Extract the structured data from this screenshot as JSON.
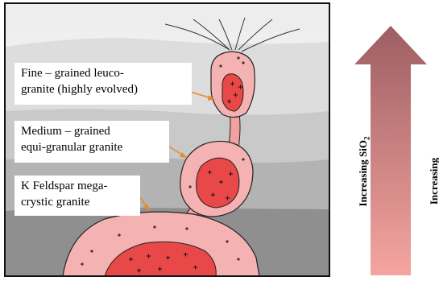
{
  "labels": {
    "fine_line1": "Fine – grained leuco-",
    "fine_line2": "granite (highly evolved)",
    "medium_line1": "Medium – grained",
    "medium_line2": "equi-granular granite",
    "kfeld_line1": "K Feldspar mega-",
    "kfeld_line2": "crystic granite"
  },
  "arrow_labels": {
    "sio2_prefix": "Increasing SiO",
    "sio2_subscript": "2",
    "right_label": "Increasing"
  },
  "colors": {
    "sky": "#ececec",
    "layer_light": "#d6d6d6",
    "layer_mid": "#b8b8b8",
    "layer_dark": "#8f8f8f",
    "pluton_outer": "#f5b2b2",
    "pluton_core": "#e84848",
    "arrow_top": "#9e5e62",
    "arrow_bottom": "#f5a5a0",
    "leader": "#e8892a"
  }
}
